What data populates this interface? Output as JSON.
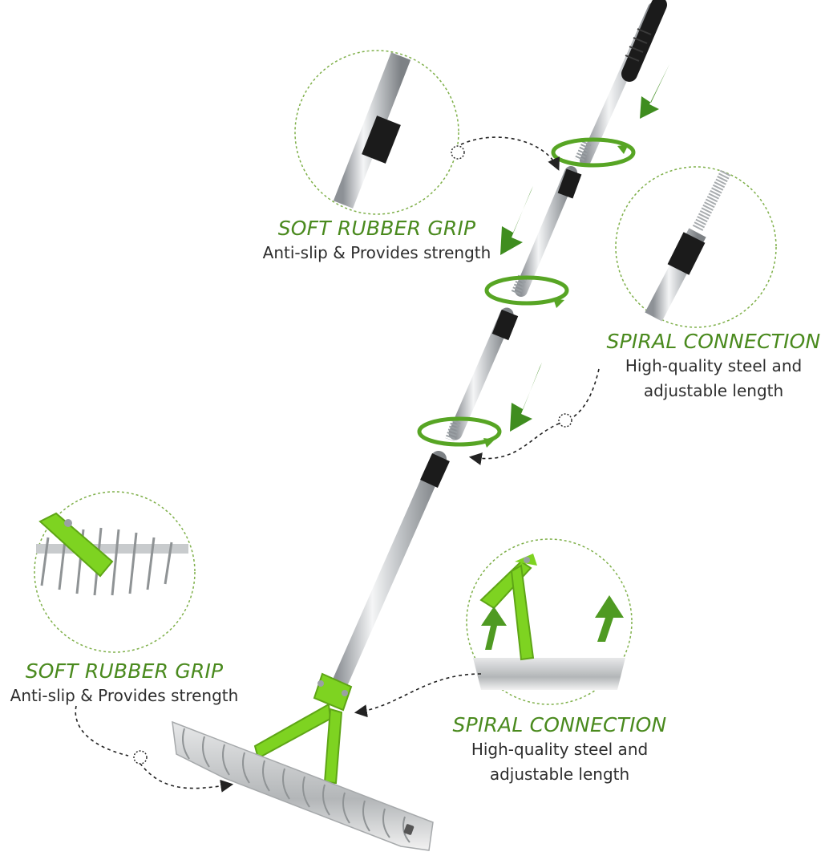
{
  "colors": {
    "accent_green": "#4a8a1e",
    "arrow_green": "#3f8d1f",
    "ring_green": "#57a524",
    "frame_green": "#7ed321",
    "steel": "#c9ccd0",
    "rubber": "#1b1b1b",
    "tine": "#b9bcbe",
    "text": "#2e2e2e"
  },
  "callouts": [
    {
      "title": "SOFT RUBBER GRIP",
      "desc": [
        "Anti-slip & Provides strength"
      ]
    },
    {
      "title": "SPIRAL CONNECTION",
      "desc": [
        "High-quality steel and",
        "adjustable length"
      ]
    },
    {
      "title": "SOFT RUBBER GRIP",
      "desc": [
        "Anti-slip & Provides strength"
      ]
    },
    {
      "title": "SPIRAL CONNECTION",
      "desc": [
        "High-quality steel and",
        "adjustable length"
      ]
    }
  ],
  "icons": [
    "down-arrow-icon",
    "rotate-ring-icon",
    "upward-arrow-icon",
    "dotted-leader-icon"
  ]
}
